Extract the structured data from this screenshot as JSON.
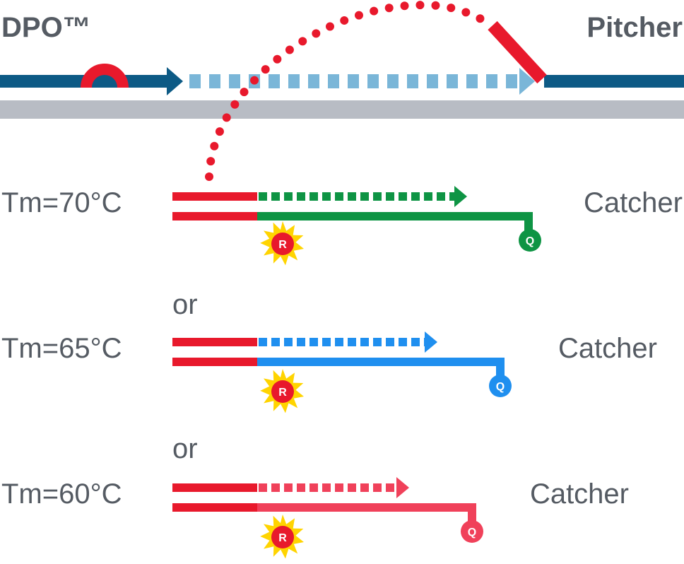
{
  "labels": {
    "dpo": "DPO™",
    "pitcher": "Pitcher",
    "tm1": "Tm=70°C",
    "tm2": "Tm=65°C",
    "tm3": "Tm=60°C",
    "or1": "or",
    "or2": "or",
    "catcher1": "Catcher",
    "catcher2": "Catcher",
    "catcher3": "Catcher"
  },
  "markers": {
    "reporter": "R",
    "quencher": "Q"
  },
  "colors": {
    "red": "#e8192c",
    "navy": "#0d5a85",
    "light_blue": "#7ab6d8",
    "gray_bar": "#b8bcc4",
    "green": "#0e9444",
    "blue": "#1f8fef",
    "pink": "#f0415a",
    "star_yellow": "#ffd400",
    "text": "#555b63"
  },
  "icons": {
    "reporter": "starburst-reporter-icon",
    "quencher": "quencher-pin-icon",
    "extension": "dashed-arrow-icon"
  }
}
